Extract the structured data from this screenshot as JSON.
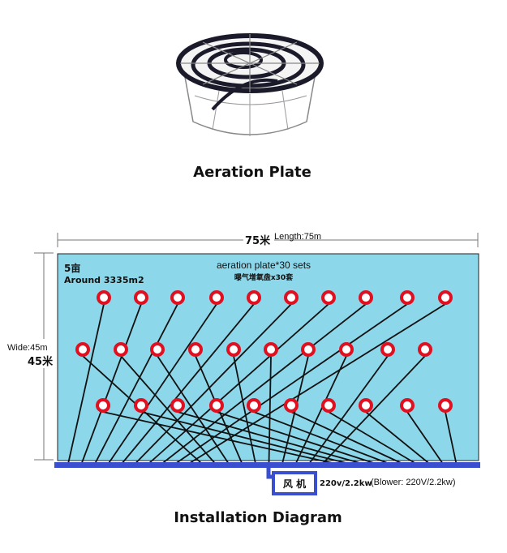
{
  "title_plate": "Aeration Plate",
  "title_install": "Installation Diagram",
  "length_cn": "75米",
  "length_en": "Length:75m",
  "width_en": "Wide:45m",
  "width_cn": "45米",
  "area_cn": "5亩",
  "area_en": "Around 3335m2",
  "plates_en": "aeration plate*30 sets",
  "plates_cn": "曝气增氧盘x30套",
  "blower_label": "风 机",
  "blower_spec": "220v/2.2kw",
  "blower_en": "(Blower: 220V/2.2kw)",
  "plate_count": 30,
  "rows": 3,
  "plates_per_row": 10,
  "colors": {
    "pond": "#8dd7ea",
    "pipe": "#3a4fd0",
    "plate_ring": "#e01020",
    "hose": "#111111"
  }
}
